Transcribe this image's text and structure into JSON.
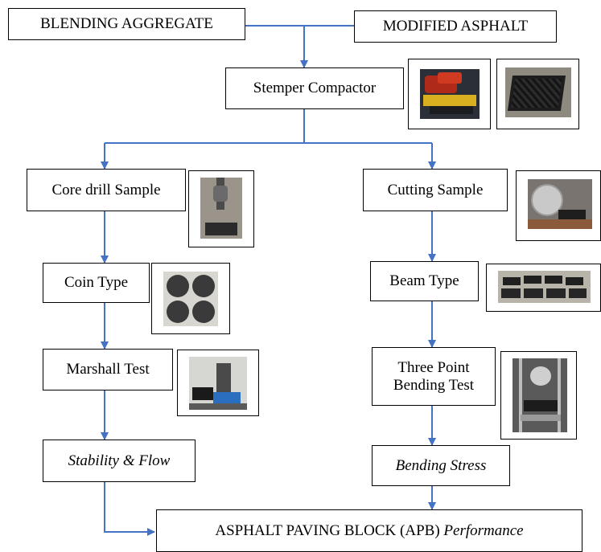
{
  "nodes": {
    "blending_aggregate": "BLENDING AGGREGATE",
    "modified_asphalt": "MODIFIED ASPHALT",
    "stemper_compactor": "Stemper Compactor",
    "core_drill_sample": "Core drill Sample",
    "cutting_sample": "Cutting Sample",
    "coin_type": "Coin Type",
    "beam_type": "Beam Type",
    "marshall_test": "Marshall Test",
    "three_point_line1": "Three Point",
    "three_point_line2": "Bending Test",
    "stability_flow": "Stability & Flow",
    "bending_stress": "Bending Stress",
    "apb_prefix": "ASPHALT PAVING BLOCK (APB)",
    "apb_suffix": "Performance"
  },
  "colors": {
    "connector": "#4472C4",
    "box_border": "#000000"
  }
}
